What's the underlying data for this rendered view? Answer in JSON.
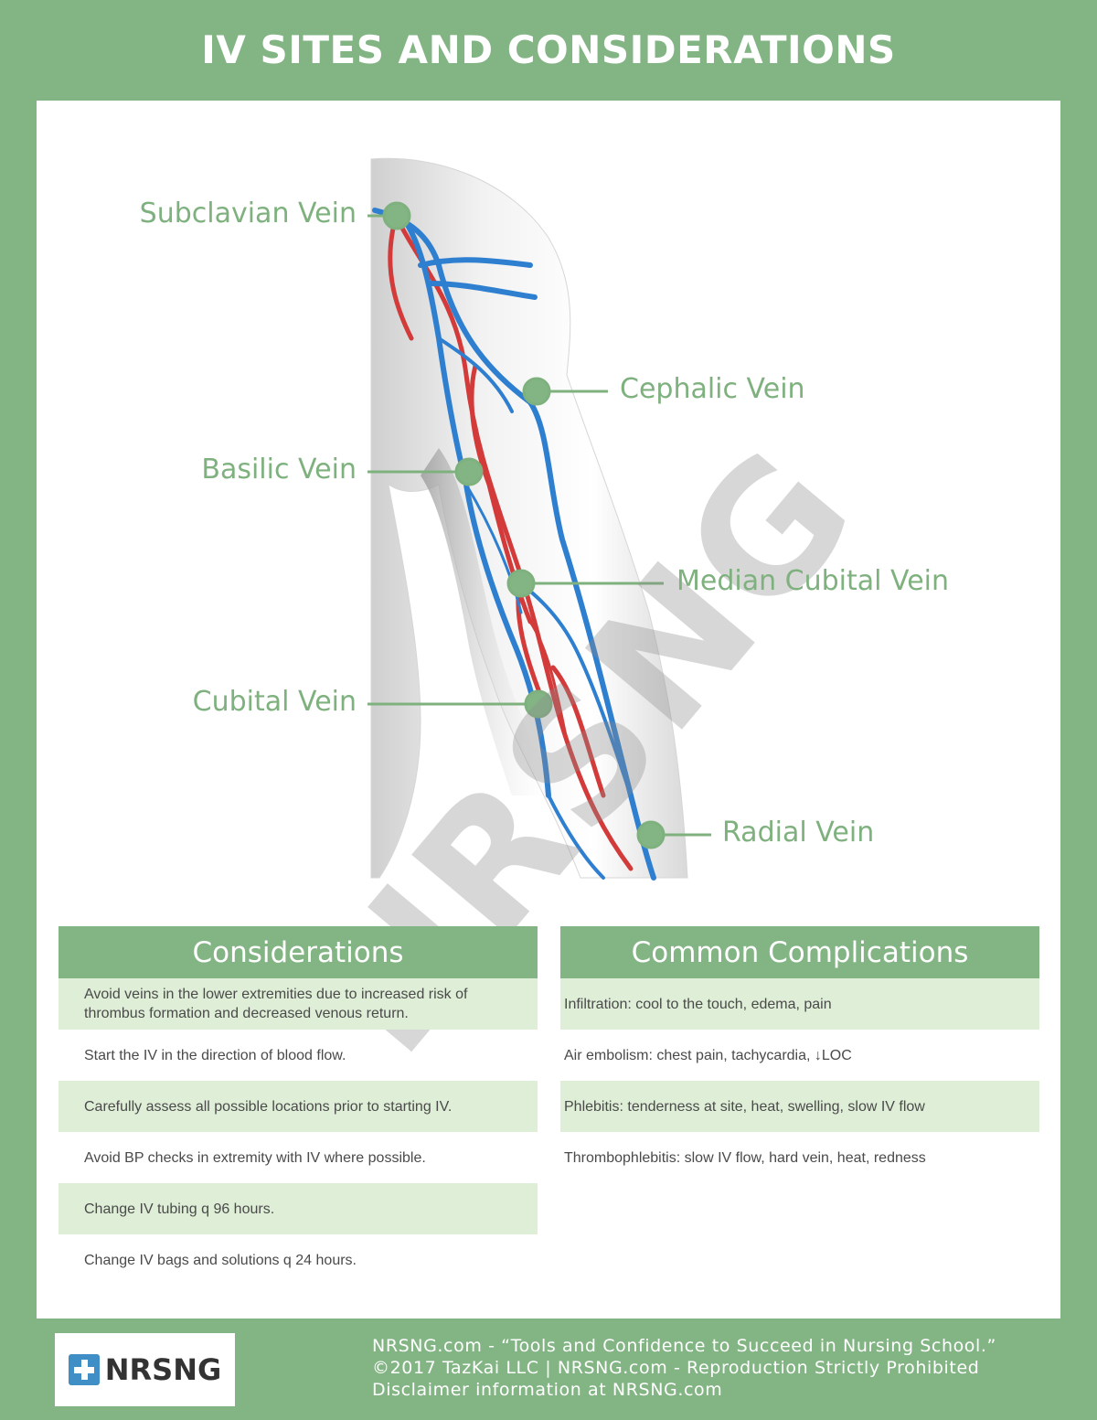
{
  "title": "IV SITES AND CONSIDERATIONS",
  "veins": {
    "subclavian": "Subclavian Vein",
    "cephalic": "Cephalic Vein",
    "basilic": "Basilic Vein",
    "median_cubital": "Median Cubital Vein",
    "cubital": "Cubital Vein",
    "radial": "Radial Vein"
  },
  "watermark": "NRSNG",
  "colors": {
    "green": "#83b584",
    "label_green": "#7fb17f",
    "row_tint": "#dfeed7",
    "vein_blue": "#2e7fd0",
    "artery_red": "#d33a3a"
  },
  "considerations": {
    "header": "Considerations",
    "rows": [
      "Avoid veins in the lower extremities due to increased risk of thrombus formation and decreased venous return.",
      "Start the IV in the direction of blood flow.",
      "Carefully assess all possible locations prior to starting IV.",
      "Avoid BP checks in extremity with IV where possible.",
      "Change IV tubing q 96 hours.",
      "Change IV bags and solutions q 24 hours."
    ]
  },
  "complications": {
    "header": "Common Complications",
    "rows": [
      "Infiltration: cool to the touch, edema, pain",
      "Air embolism: chest pain, tachycardia, ↓LOC",
      "Phlebitis: tenderness at site, heat, swelling, slow IV flow",
      "Thrombophlebitis: slow IV flow, hard vein, heat, redness"
    ]
  },
  "footer": {
    "logo_text": "NRSNG",
    "line1": "NRSNG.com - “Tools and Confidence to Succeed in Nursing School.”",
    "line2": "©2017 TazKai LLC | NRSNG.com - Reproduction Strictly Prohibited",
    "line3": "Disclaimer information at NRSNG.com"
  }
}
